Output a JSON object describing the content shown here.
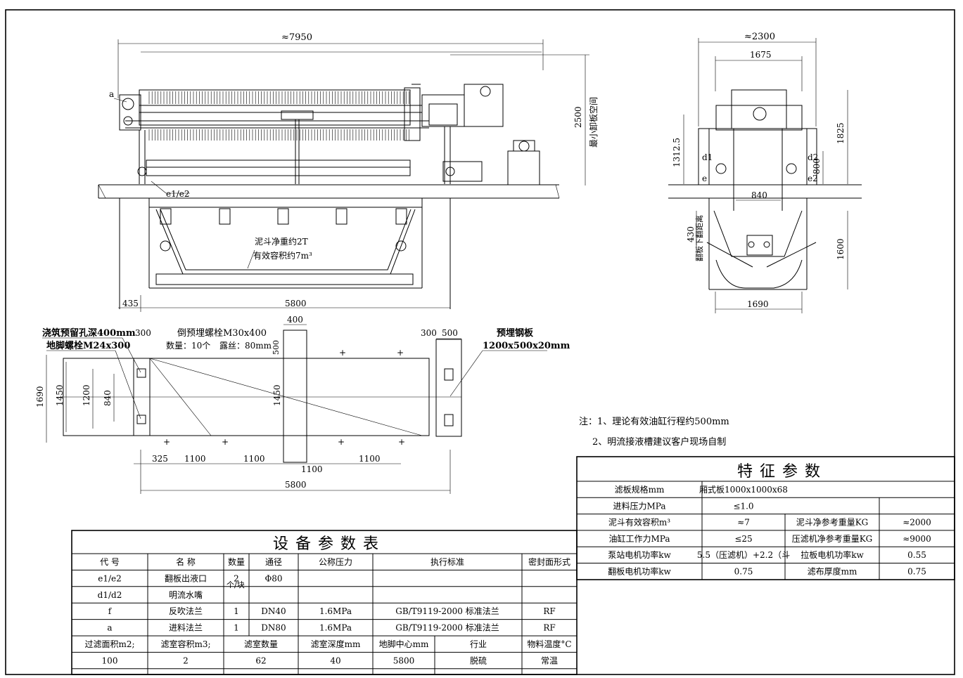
{
  "dims": {
    "overall_length": "≈7950",
    "min_clearance_value": "2500",
    "min_clearance_label": "最小卸板空间",
    "left_offset": "435",
    "base_length": "5800",
    "overall_width": "≈2300",
    "inner_width": "1675",
    "side_height": "1825",
    "side_mid_height": "1312.5",
    "side_800": "800",
    "side_840": "840",
    "side_430": "430",
    "flap_clearance_label": "翻板下翻距离",
    "side_1600": "1600",
    "side_1690": "1690"
  },
  "labels": {
    "a": "a",
    "e1e2": "e1/e2",
    "d1": "d1",
    "d2": "d2",
    "e1": "e",
    "e2": "e2",
    "hopper_weight": "泥斗净重约2T",
    "hopper_volume": "有效容积约7m³"
  },
  "foundation": {
    "pour_hole": "浇筑预留孔深400mm",
    "anchor_bolt": "地脚螺栓M24x300",
    "embedded_bolt": "倒预埋螺栓M30x400",
    "bolt_qty": "数量：10个",
    "bolt_exposed": "露丝：80mm",
    "embedded_plate_label": "预埋钢板",
    "embedded_plate_size": "1200x500x20mm",
    "d300_left": "300",
    "d400": "400",
    "d500_vertical": "500",
    "d300_right": "300",
    "d500_right": "500",
    "d1690": "1690",
    "d1450_left": "1450",
    "d1200": "1200",
    "d840": "840",
    "d1450_mid": "1450",
    "d325": "325",
    "d1100_a": "1100",
    "d1100_b": "1100",
    "d1100_c": "1100",
    "d1100_d": "1100",
    "d5800": "5800"
  },
  "notes": [
    "注：1、理论有效油缸行程约500mm",
    "2、明流接液槽建议客户现场自制"
  ],
  "feature_table": {
    "title": "特征参数",
    "rows": [
      [
        "滤板规格mm",
        "厢式板1000x1000x68",
        "",
        ""
      ],
      [
        "进料压力MPa",
        "≤1.0",
        "",
        ""
      ],
      [
        "泥斗有效容积m³",
        "≈7",
        "泥斗净参考重量KG",
        "≈2000"
      ],
      [
        "油缸工作力MPa",
        "≤25",
        "压滤机净参考重量KG",
        "≈9000"
      ],
      [
        "泵站电机功率kw",
        "5.5（压滤机）+2.2（斗",
        "拉板电机功率kw",
        "0.55"
      ],
      [
        "翻板电机功率kw",
        "0.75",
        "滤布厚度mm",
        "0.75"
      ]
    ]
  },
  "equip_table": {
    "title": "设备参数表",
    "headers": [
      "代 号",
      "名 称",
      "数量",
      "通径",
      "公称压力",
      "执行标准",
      "密封面形式"
    ],
    "rows": [
      [
        "e1/e2",
        "翻板出液口",
        "2",
        "Φ80",
        "",
        "",
        ""
      ],
      [
        "d1/d2",
        "明流水嘴",
        "",
        "",
        "",
        "",
        ""
      ],
      [
        "f",
        "反吹法兰",
        "1",
        "DN40",
        "1.6MPa",
        "GB/T9119-2000 标准法兰",
        "RF"
      ],
      [
        "a",
        "进料法兰",
        "1",
        "DN80",
        "1.6MPa",
        "GB/T9119-2000 标准法兰",
        "RF"
      ]
    ],
    "qty_note": "个/块",
    "footer_headers": [
      "过滤面积m2;",
      "滤室容积m3;",
      "滤室数量",
      "滤室深度mm",
      "地脚中心mm",
      "行业",
      "物料温度°C"
    ],
    "footer_values": [
      "100",
      "2",
      "62",
      "40",
      "5800",
      "脱硫",
      "常温"
    ]
  }
}
